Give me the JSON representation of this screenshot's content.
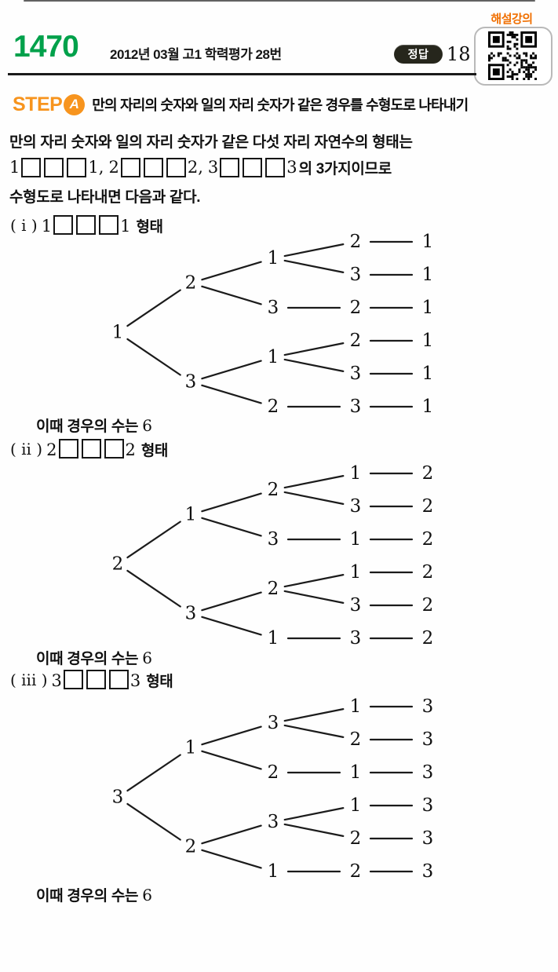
{
  "header": {
    "problem_number": "1470",
    "source": "2012년 03월 고1 학력평가 28번",
    "answer_label": "정답",
    "answer_value": "18",
    "qr_label": "해설강의"
  },
  "step": {
    "step_word": "STEP",
    "step_letter": "A",
    "title": "만의 자리의 숫자와 일의 자리 숫자가 같은 경우를 수형도로 나타내기"
  },
  "body": {
    "line1": "만의 자리 숫자와 일의 자리 숫자가 같은 다섯 자리 자연수의 형태는",
    "forms": [
      {
        "lead": "1",
        "boxes": 3,
        "trail": "1",
        "sep": ", "
      },
      {
        "lead": "2",
        "boxes": 3,
        "trail": "2",
        "sep": ", "
      },
      {
        "lead": "3",
        "boxes": 3,
        "trail": "3",
        "sep": "의 3가지이므로"
      }
    ],
    "line3": "수형도로 나타내면 다음과 같다."
  },
  "sections": [
    {
      "roman": "( i )",
      "form": {
        "lead": "1",
        "boxes": 3,
        "trail": "1"
      },
      "suffix": "형태",
      "count_prefix": "이때 경우의 수는 ",
      "count_value": "6",
      "tree": {
        "root": "1",
        "branches": [
          {
            "label": "2",
            "groups": [
              {
                "label": "1",
                "leaves": [
                  [
                    "2",
                    "1"
                  ],
                  [
                    "3",
                    "1"
                  ]
                ]
              },
              {
                "label": "3",
                "leaves": [
                  [
                    "2",
                    "1"
                  ]
                ]
              }
            ]
          },
          {
            "label": "3",
            "groups": [
              {
                "label": "1",
                "leaves": [
                  [
                    "2",
                    "1"
                  ],
                  [
                    "3",
                    "1"
                  ]
                ]
              },
              {
                "label": "2",
                "leaves": [
                  [
                    "3",
                    "1"
                  ]
                ]
              }
            ]
          }
        ]
      }
    },
    {
      "roman": "( ii )",
      "form": {
        "lead": "2",
        "boxes": 3,
        "trail": "2"
      },
      "suffix": "형태",
      "count_prefix": "이때 경우의 수는 ",
      "count_value": "6",
      "tree": {
        "root": "2",
        "branches": [
          {
            "label": "1",
            "groups": [
              {
                "label": "2",
                "leaves": [
                  [
                    "1",
                    "2"
                  ],
                  [
                    "3",
                    "2"
                  ]
                ]
              },
              {
                "label": "3",
                "leaves": [
                  [
                    "1",
                    "2"
                  ]
                ]
              }
            ]
          },
          {
            "label": "3",
            "groups": [
              {
                "label": "2",
                "leaves": [
                  [
                    "1",
                    "2"
                  ],
                  [
                    "3",
                    "2"
                  ]
                ]
              },
              {
                "label": "1",
                "leaves": [
                  [
                    "3",
                    "2"
                  ]
                ]
              }
            ]
          }
        ]
      }
    },
    {
      "roman": "( iii )",
      "form": {
        "lead": "3",
        "boxes": 3,
        "trail": "3"
      },
      "suffix": "형태",
      "count_prefix": "이때 경우의 수는 ",
      "count_value": "6",
      "tree": {
        "root": "3",
        "branches": [
          {
            "label": "1",
            "groups": [
              {
                "label": "3",
                "leaves": [
                  [
                    "1",
                    "3"
                  ],
                  [
                    "2",
                    "3"
                  ]
                ]
              },
              {
                "label": "2",
                "leaves": [
                  [
                    "1",
                    "3"
                  ]
                ]
              }
            ]
          },
          {
            "label": "2",
            "groups": [
              {
                "label": "3",
                "leaves": [
                  [
                    "1",
                    "3"
                  ],
                  [
                    "2",
                    "3"
                  ]
                ]
              },
              {
                "label": "1",
                "leaves": [
                  [
                    "2",
                    "3"
                  ]
                ]
              }
            ]
          }
        ]
      }
    }
  ],
  "colors": {
    "green": "#00A14B",
    "orange": "#F7941E",
    "qr_label_orange": "#F06F00",
    "badge_bg": "#26261C",
    "tree_line": "#1B1B1B"
  }
}
